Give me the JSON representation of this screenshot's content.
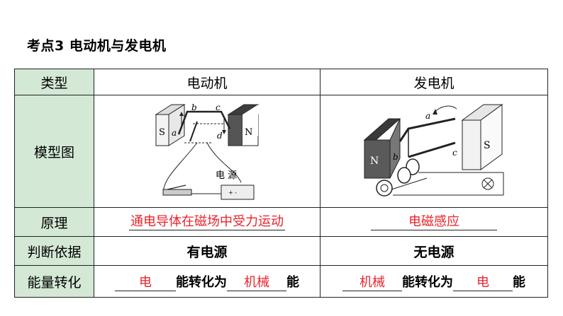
{
  "heading": "考点3  电动机与发电机",
  "table": {
    "header": {
      "label": "类型",
      "motor": "电动机",
      "generator": "发电机"
    },
    "model_row": {
      "label": "模型图",
      "motor_diagram": {
        "pole_left": "S",
        "pole_right": "N",
        "point_a": "a",
        "point_b": "b",
        "point_c": "c",
        "point_d": "d",
        "power_label": "电  源",
        "battery_marks": "+  -"
      },
      "generator_diagram": {
        "pole_left": "N",
        "pole_right": "S",
        "point_a": "a",
        "point_b": "b",
        "point_c": "c"
      }
    },
    "principle_row": {
      "label": "原理",
      "motor": "通电导体在磁场中受力运动",
      "generator": "电磁感应"
    },
    "criteria_row": {
      "label": "判断依据",
      "motor": "有电源",
      "generator": "无电源"
    },
    "conversion_row": {
      "label": "能量转化",
      "motor": {
        "blank1": "电",
        "middle": "能转化为",
        "blank2": "机械",
        "end": "能"
      },
      "generator": {
        "blank1": "机械",
        "middle": "能转化为",
        "blank2": "电",
        "end": "能"
      }
    }
  },
  "colors": {
    "label_bg": "#d3e8d5",
    "answer_red": "#e8232a",
    "magnet_dark": "#4a4a4a"
  }
}
